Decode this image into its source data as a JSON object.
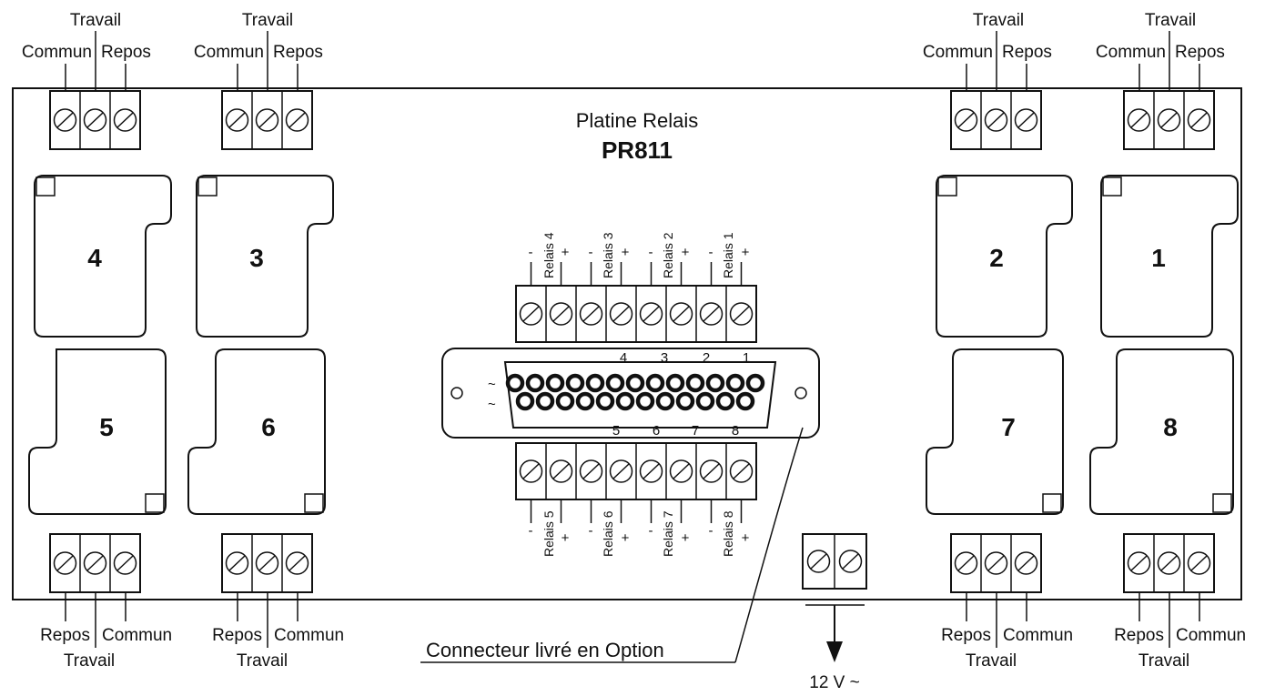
{
  "board": {
    "title": "Platine Relais",
    "model": "PR811"
  },
  "terminal_labels": {
    "commun": "Commun",
    "travail": "Travail",
    "repos": "Repos"
  },
  "relays": [
    "1",
    "2",
    "3",
    "4",
    "5",
    "6",
    "7",
    "8"
  ],
  "control_terminals": {
    "top_labels": [
      "Relais 4",
      "Relais 3",
      "Relais 2",
      "Relais 1"
    ],
    "bottom_labels": [
      "Relais 5",
      "Relais 6",
      "Relais 7",
      "Relais 8"
    ],
    "minus": "-",
    "plus": "+"
  },
  "connector": {
    "top_numbers": [
      "4",
      "3",
      "2",
      "1"
    ],
    "bottom_numbers": [
      "5",
      "6",
      "7",
      "8"
    ],
    "tilde": "~",
    "callout": "Connecteur livré en Option"
  },
  "power": {
    "label": "12 V ~"
  }
}
